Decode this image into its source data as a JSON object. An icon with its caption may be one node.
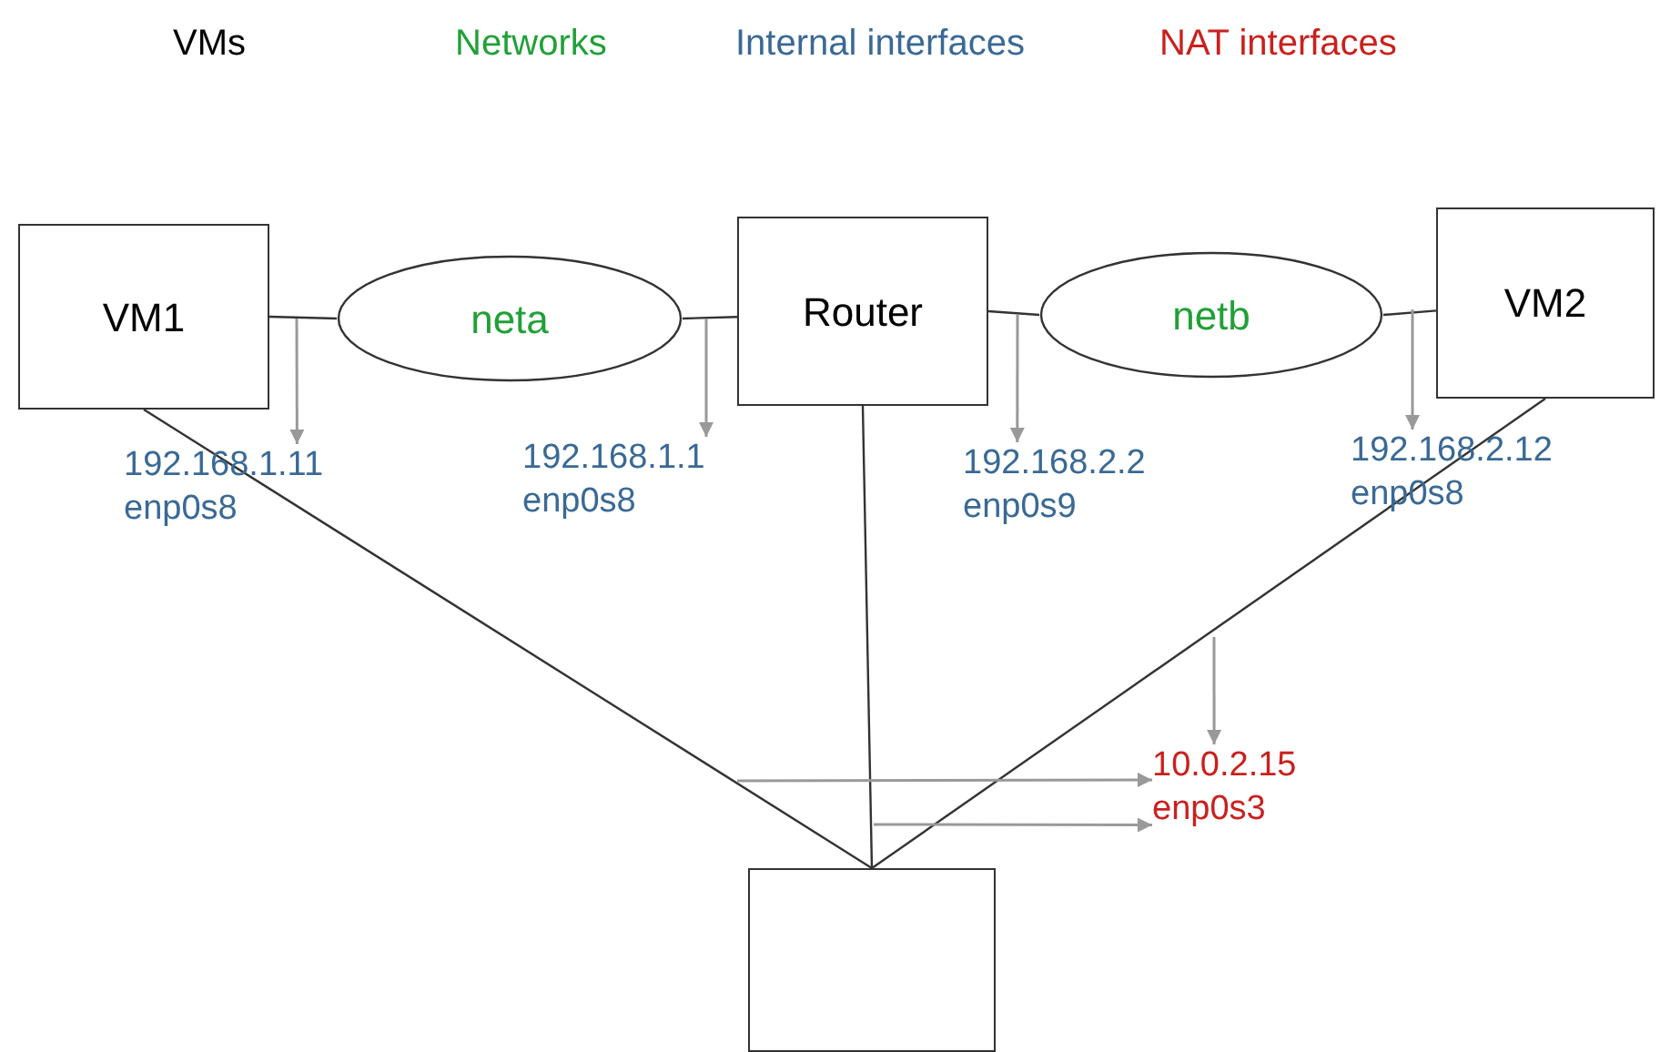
{
  "diagram": {
    "nodes": [
      {
        "text": [
          "VM1"
        ]
      },
      {
        "text": [
          "neta"
        ]
      },
      {
        "text": [
          "Router"
        ]
      },
      {
        "text": [
          "netb"
        ]
      },
      {
        "text": [
          "VM2"
        ]
      },
      {
        "text": [],
        "shape": "box"
      },
      {
        "text": [
          "192.168.1.11",
          "enp0s8"
        ]
      },
      {
        "text": [
          "192.168.1.1",
          "enp0s8"
        ]
      },
      {
        "text": [
          "192.168.2.2",
          "enp0s9"
        ]
      },
      {
        "text": [
          "192.168.2.12",
          "enp0s8"
        ]
      },
      {
        "text": [
          "10.0.2.15",
          "enp0s3"
        ]
      }
    ],
    "edges": [
      {
        "from": 0,
        "to": 1,
        "arrow": "none"
      },
      {
        "from": 1,
        "to": 2,
        "arrow": "none"
      },
      {
        "from": 2,
        "to": 3,
        "arrow": "none"
      },
      {
        "from": 3,
        "to": 4,
        "arrow": "none"
      },
      {
        "from": 0,
        "to": 5,
        "arrow": "none"
      },
      {
        "from": 2,
        "to": 5,
        "arrow": "none"
      },
      {
        "from": 4,
        "to": 5,
        "arrow": "none"
      },
      {
        "from": null,
        "to": 6,
        "arrow": "to",
        "color": "#999999"
      },
      {
        "from": null,
        "to": 7,
        "arrow": "to",
        "color": "#999999"
      },
      {
        "from": null,
        "to": 8,
        "arrow": "to",
        "color": "#999999"
      },
      {
        "from": null,
        "to": 9,
        "arrow": "to",
        "color": "#999999"
      },
      {
        "from": null,
        "to": 10,
        "arrow": "to",
        "color": "#999999"
      },
      {
        "from": null,
        "to": 10,
        "arrow": "to",
        "color": "#999999"
      },
      {
        "from": null,
        "to": 10,
        "arrow": "to",
        "color": "#999999"
      }
    ],
    "legend": [
      {
        "text": "VMs",
        "color": "#000000"
      },
      {
        "text": "Networks",
        "color": "#21a038"
      },
      {
        "text": "Internal interfaces",
        "color": "#3a6995"
      },
      {
        "text": "NAT interfaces",
        "color": "#c9211e"
      }
    ]
  }
}
